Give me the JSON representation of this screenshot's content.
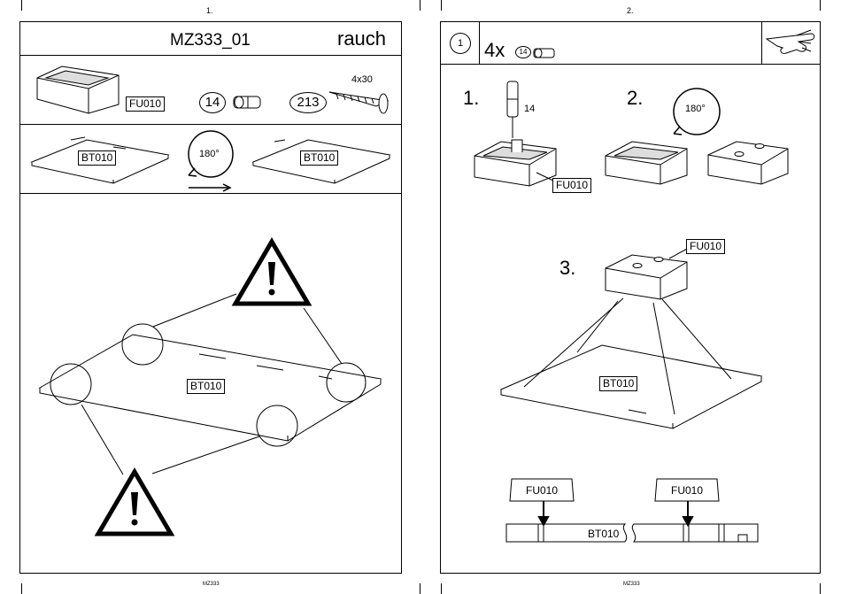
{
  "left_page": {
    "page_number": "1.",
    "title": "MZ333_01",
    "brand": "rauch",
    "parts": {
      "box_label": "FU010",
      "dowel_qty": "14",
      "screw_qty": "213",
      "screw_size": "4x30"
    },
    "step": {
      "panel_left_label": "BT010",
      "panel_right_label": "BT010",
      "rotate_label": "180°"
    },
    "main_panel_label": "BT010",
    "footer": "MZ333"
  },
  "right_page": {
    "page_number": "2.",
    "step_circle": "1",
    "quantity": "4x",
    "dowel_ref": "14",
    "sub1": "1.",
    "sub1_dowel": "14",
    "sub1_label": "FU010",
    "sub2": "2.",
    "sub2_rotate": "180°",
    "sub3": "3.",
    "sub3_box_label": "FU010",
    "sub3_panel_label": "BT010",
    "section_left_label": "FU010",
    "section_right_label": "FU010",
    "section_panel_label": "BT010",
    "footer": "MZ333"
  }
}
